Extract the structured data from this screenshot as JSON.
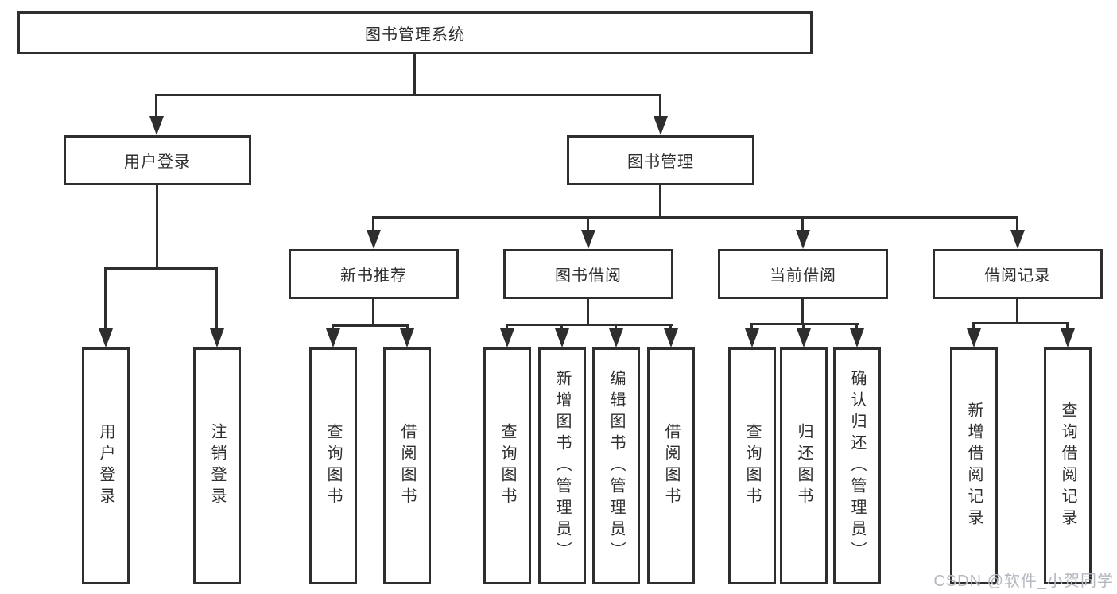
{
  "tree": {
    "root": "图书管理系统",
    "user_login": {
      "label": "用户登录",
      "children": [
        "用户登录",
        "注销登录"
      ]
    },
    "book_mgmt": {
      "label": "图书管理",
      "new_book": {
        "label": "新书推荐",
        "children": [
          "查询图书",
          "借阅图书"
        ]
      },
      "borrow": {
        "label": "图书借阅",
        "children": [
          "查询图书",
          "新增图书（管理员）",
          "编辑图书（管理员）",
          "借阅图书"
        ]
      },
      "current": {
        "label": "当前借阅",
        "children": [
          "查询图书",
          "归还图书",
          "确认归还（管理员）"
        ]
      },
      "records": {
        "label": "借阅记录",
        "children": [
          "新增借阅记录",
          "查询借阅记录"
        ]
      }
    }
  },
  "watermark": "CSDN @软件_小贺同学",
  "colors": {
    "line": "#2e2e2e",
    "watermark": "#b4b8c0",
    "background": "#ffffff"
  }
}
